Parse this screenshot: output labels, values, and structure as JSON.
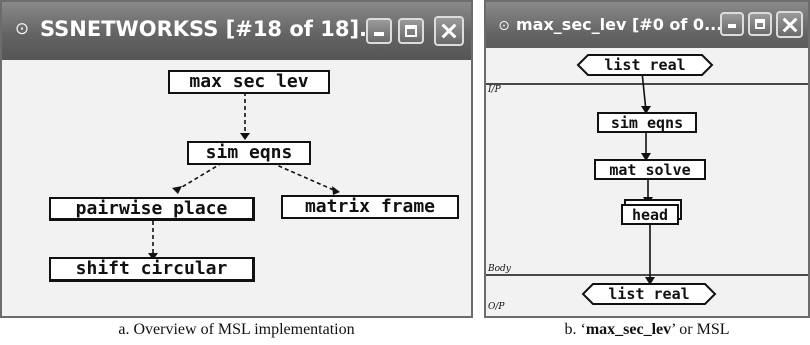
{
  "window_a": {
    "title": "SSNETWORKSS [#18 of 18]...",
    "nodes": {
      "max_sec_lev": "max sec lev",
      "sim_eqns": "sim eqns",
      "pairwise_place": "pairwise place",
      "matrix_frame": "matrix frame",
      "shift_circular": "shift circular"
    }
  },
  "window_b": {
    "title": "max_sec_lev [#0 of 0...",
    "section_labels": {
      "input": "I/P",
      "body": "Body",
      "output": "O/P"
    },
    "nodes": {
      "list_real_top": "list real",
      "sim_eqns": "sim eqns",
      "mat_solve": "mat solve",
      "head": "head",
      "list_real_bottom": "list real"
    }
  },
  "captions": {
    "a": "a. Overview of MSL implementation",
    "b_prefix": "b. ‘",
    "b_bold": "max_sec_lev",
    "b_suffix": "’ or MSL"
  },
  "icons": {
    "window_icon": "eye-icon",
    "minimize": "minimize-icon",
    "maximize": "maximize-icon",
    "close": "close-icon"
  }
}
